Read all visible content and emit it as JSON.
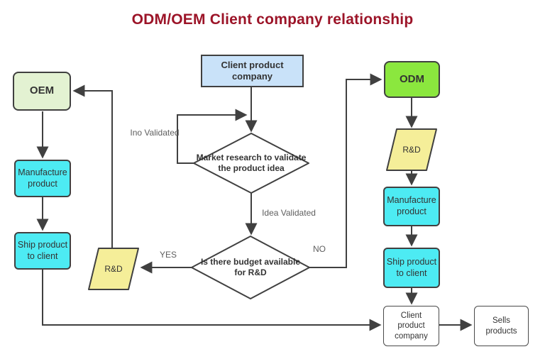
{
  "title": "ODM/OEM  Client company relationship",
  "colors": {
    "title": "#9c1428",
    "stroke": "#404040",
    "light_blue": "#c9e2f9",
    "pale_green": "#e3f2d2",
    "bright_green": "#8be73e",
    "cyan": "#4debf3",
    "yellow": "#f5ee99",
    "white": "#ffffff"
  },
  "nodes": {
    "client_top": "Client product\ncompany",
    "oem": "OEM",
    "odm": "ODM",
    "market_research": "Market research to validate\nthe product idea",
    "budget": "Is there budget available\nfor R&D",
    "rd_left": "R&D",
    "rd_right": "R&D",
    "manufacture_left": "Manufacture\nproduct",
    "ship_left": "Ship product\nto client",
    "manufacture_right": "Manufacture\nproduct",
    "ship_right": "Ship product\nto client",
    "client_bottom": "Client\nproduct\ncompany",
    "sells": "Sells\nproducts"
  },
  "edge_labels": {
    "not_validated": "Ino Validated",
    "idea_validated": "Idea Validated",
    "yes": "YES",
    "no": "NO"
  }
}
